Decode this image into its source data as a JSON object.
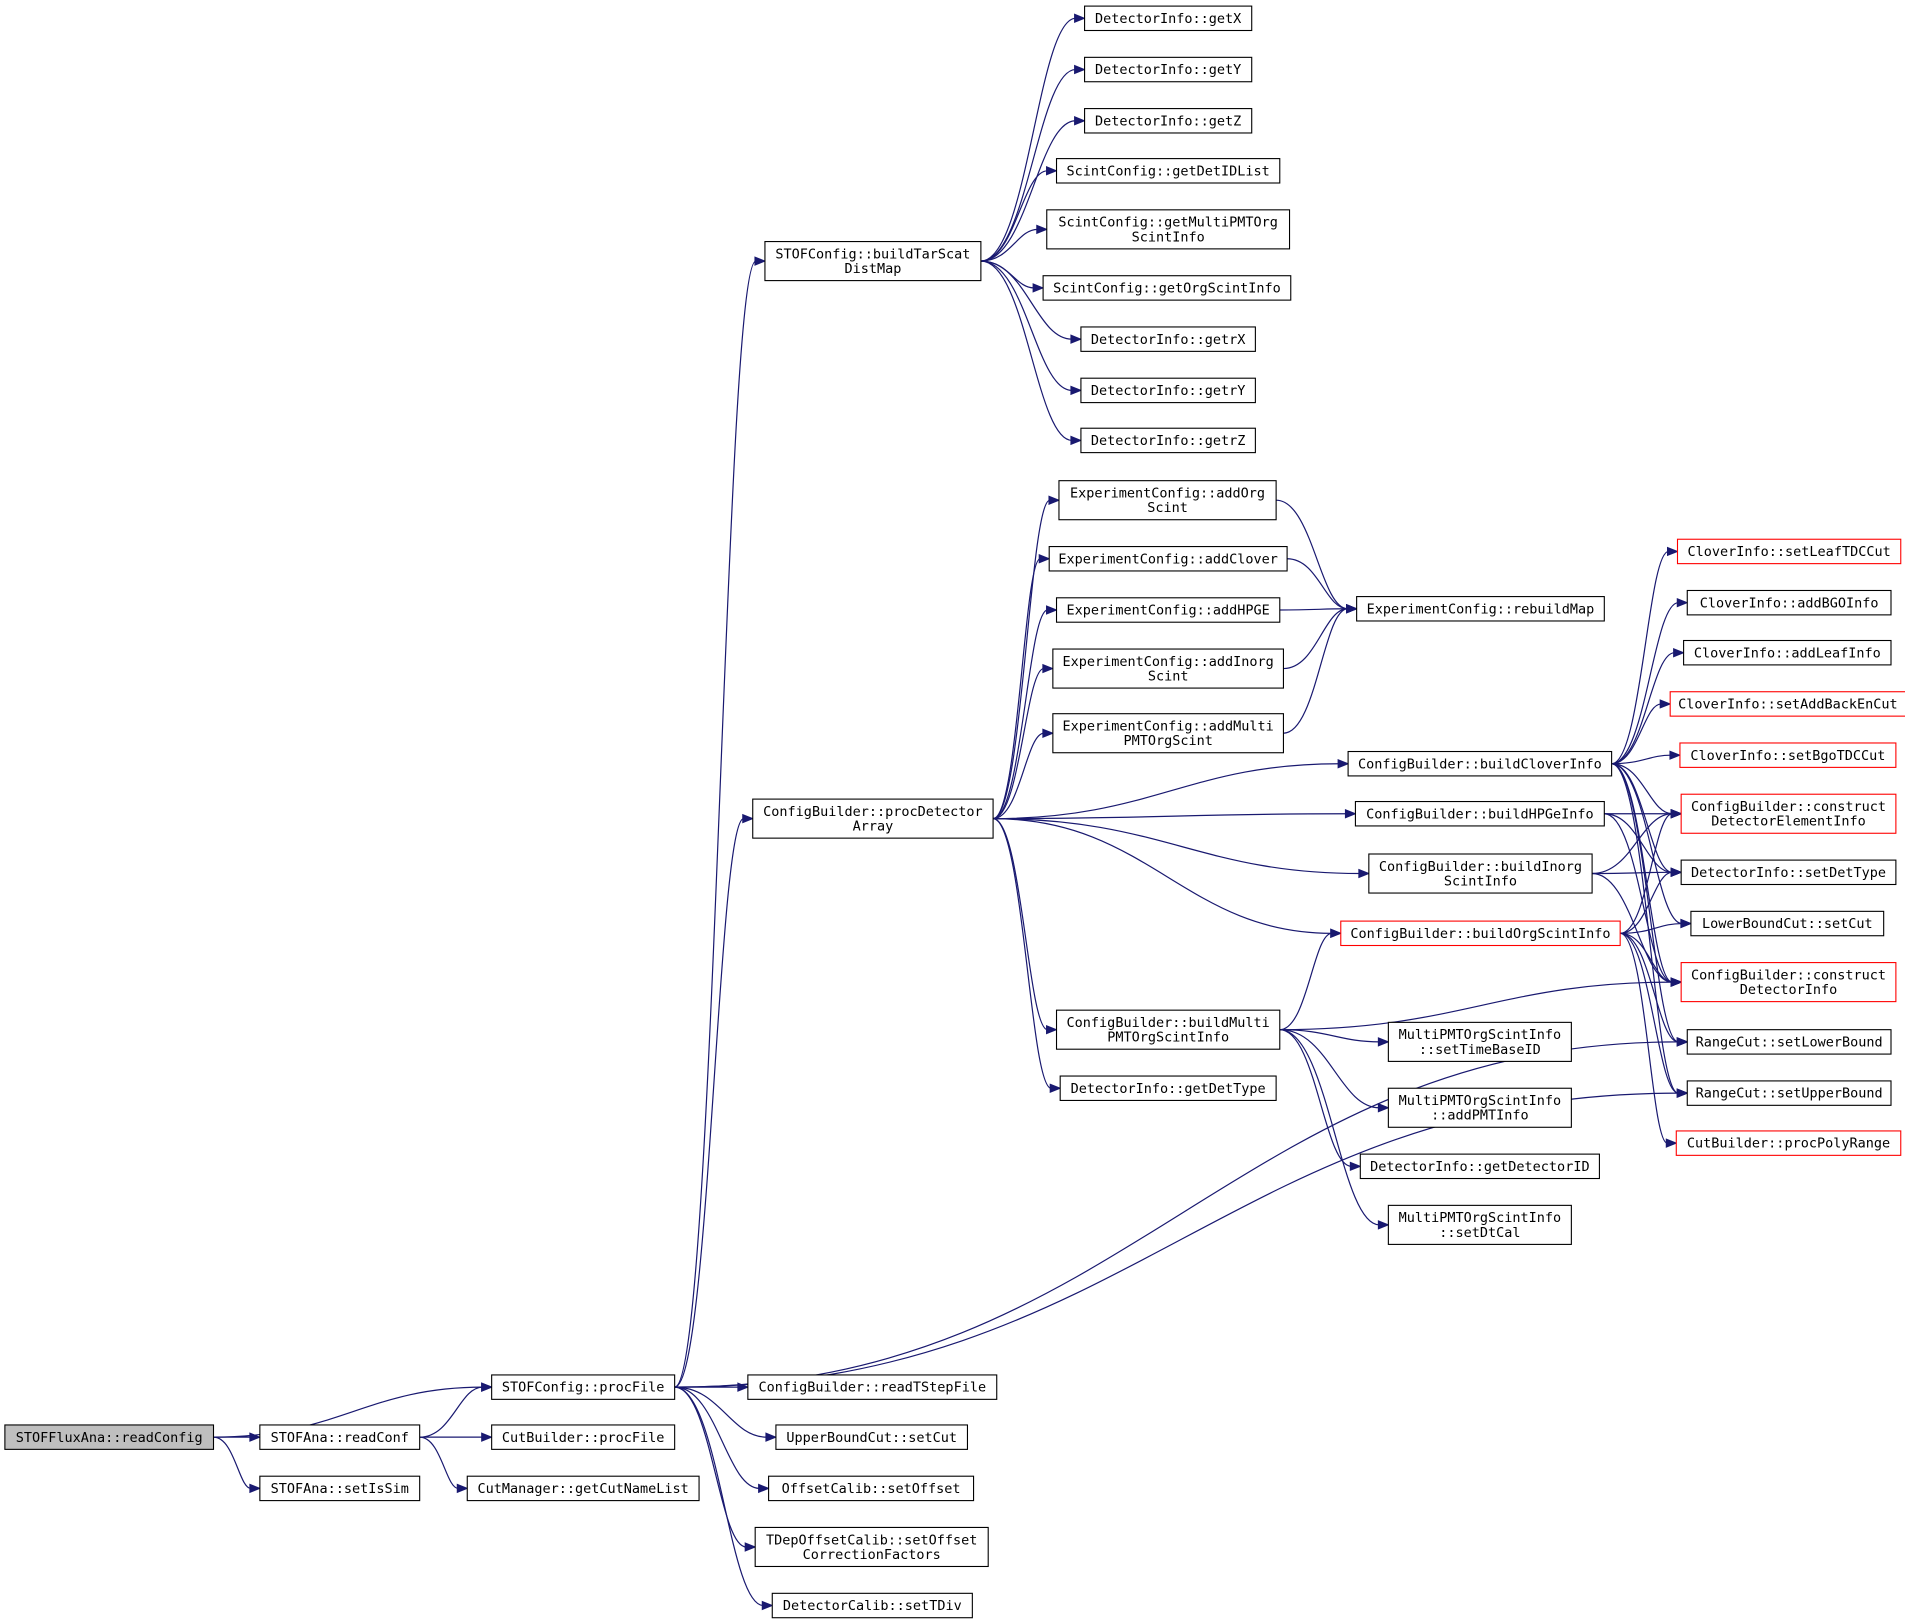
{
  "graph": {
    "edge_color": "#191970",
    "incomplete_border_color": "#ff0000",
    "root_fill": "#bfbfbf",
    "nodes": [
      {
        "id": "root",
        "lines": [
          "STOFFluxAna::readConfig"
        ],
        "root": true
      },
      {
        "id": "procfile",
        "lines": [
          "STOFConfig::procFile"
        ]
      },
      {
        "id": "readconf",
        "lines": [
          "STOFAna::readConf"
        ]
      },
      {
        "id": "setissim",
        "lines": [
          "STOFAna::setIsSim"
        ]
      },
      {
        "id": "cutbuilder_procfile",
        "lines": [
          "CutBuilder::procFile"
        ]
      },
      {
        "id": "getcutnamelist",
        "lines": [
          "CutManager::getCutNameList"
        ]
      },
      {
        "id": "buildtarscat",
        "lines": [
          "STOFConfig::buildTarScat",
          "DistMap"
        ]
      },
      {
        "id": "procdetector",
        "lines": [
          "ConfigBuilder::procDetector",
          "Array"
        ]
      },
      {
        "id": "readtstep",
        "lines": [
          "ConfigBuilder::readTStepFile"
        ]
      },
      {
        "id": "ub_setcut",
        "lines": [
          "UpperBoundCut::setCut"
        ]
      },
      {
        "id": "setoffset",
        "lines": [
          "OffsetCalib::setOffset"
        ]
      },
      {
        "id": "tdep",
        "lines": [
          "TDepOffsetCalib::setOffset",
          "CorrectionFactors"
        ]
      },
      {
        "id": "settdiv",
        "lines": [
          "DetectorCalib::setTDiv"
        ]
      },
      {
        "id": "getx",
        "lines": [
          "DetectorInfo::getX"
        ]
      },
      {
        "id": "gety",
        "lines": [
          "DetectorInfo::getY"
        ]
      },
      {
        "id": "getz",
        "lines": [
          "DetectorInfo::getZ"
        ]
      },
      {
        "id": "getdetidlist",
        "lines": [
          "ScintConfig::getDetIDList"
        ]
      },
      {
        "id": "getmultipmt",
        "lines": [
          "ScintConfig::getMultiPMTOrg",
          "ScintInfo"
        ]
      },
      {
        "id": "getorgscint",
        "lines": [
          "ScintConfig::getOrgScintInfo"
        ]
      },
      {
        "id": "getrx",
        "lines": [
          "DetectorInfo::getrX"
        ]
      },
      {
        "id": "getry",
        "lines": [
          "DetectorInfo::getrY"
        ]
      },
      {
        "id": "getrz",
        "lines": [
          "DetectorInfo::getrZ"
        ]
      },
      {
        "id": "addorgscint",
        "lines": [
          "ExperimentConfig::addOrg",
          "Scint"
        ]
      },
      {
        "id": "addclover",
        "lines": [
          "ExperimentConfig::addClover"
        ]
      },
      {
        "id": "addhpge",
        "lines": [
          "ExperimentConfig::addHPGE"
        ]
      },
      {
        "id": "addinorg",
        "lines": [
          "ExperimentConfig::addInorg",
          "Scint"
        ]
      },
      {
        "id": "addmulti",
        "lines": [
          "ExperimentConfig::addMulti",
          "PMTOrgScint"
        ]
      },
      {
        "id": "rebuildmap",
        "lines": [
          "ExperimentConfig::rebuildMap"
        ]
      },
      {
        "id": "buildmulti",
        "lines": [
          "ConfigBuilder::buildMulti",
          "PMTOrgScintInfo"
        ]
      },
      {
        "id": "getdettype",
        "lines": [
          "DetectorInfo::getDetType"
        ]
      },
      {
        "id": "buildclover",
        "lines": [
          "ConfigBuilder::buildCloverInfo"
        ]
      },
      {
        "id": "buildhpge",
        "lines": [
          "ConfigBuilder::buildHPGeInfo"
        ]
      },
      {
        "id": "buildinorg",
        "lines": [
          "ConfigBuilder::buildInorg",
          "ScintInfo"
        ]
      },
      {
        "id": "buildorg",
        "lines": [
          "ConfigBuilder::buildOrgScintInfo"
        ],
        "incomplete": true
      },
      {
        "id": "settimebase",
        "lines": [
          "MultiPMTOrgScintInfo",
          "::setTimeBaseID"
        ]
      },
      {
        "id": "addpmt",
        "lines": [
          "MultiPMTOrgScintInfo",
          "::addPMTInfo"
        ]
      },
      {
        "id": "getdetectorid",
        "lines": [
          "DetectorInfo::getDetectorID"
        ]
      },
      {
        "id": "setdtcal",
        "lines": [
          "MultiPMTOrgScintInfo",
          "::setDtCal"
        ]
      },
      {
        "id": "setleaftdc",
        "lines": [
          "CloverInfo::setLeafTDCCut"
        ],
        "incomplete": true
      },
      {
        "id": "addbgo",
        "lines": [
          "CloverInfo::addBGOInfo"
        ]
      },
      {
        "id": "addleaf",
        "lines": [
          "CloverInfo::addLeafInfo"
        ]
      },
      {
        "id": "setaddback",
        "lines": [
          "CloverInfo::setAddBackEnCut"
        ],
        "incomplete": true
      },
      {
        "id": "setbgotdc",
        "lines": [
          "CloverInfo::setBgoTDCCut"
        ],
        "incomplete": true
      },
      {
        "id": "constructelem",
        "lines": [
          "ConfigBuilder::construct",
          "DetectorElementInfo"
        ],
        "incomplete": true
      },
      {
        "id": "setdettype",
        "lines": [
          "DetectorInfo::setDetType"
        ]
      },
      {
        "id": "lb_setcut",
        "lines": [
          "LowerBoundCut::setCut"
        ]
      },
      {
        "id": "constructdet",
        "lines": [
          "ConfigBuilder::construct",
          "DetectorInfo"
        ],
        "incomplete": true
      },
      {
        "id": "setlower",
        "lines": [
          "RangeCut::setLowerBound"
        ]
      },
      {
        "id": "setupper",
        "lines": [
          "RangeCut::setUpperBound"
        ]
      },
      {
        "id": "procpoly",
        "lines": [
          "CutBuilder::procPolyRange"
        ],
        "incomplete": true
      }
    ],
    "edges": [
      [
        "root",
        "procfile"
      ],
      [
        "root",
        "readconf"
      ],
      [
        "root",
        "setissim"
      ],
      [
        "readconf",
        "procfile"
      ],
      [
        "readconf",
        "cutbuilder_procfile"
      ],
      [
        "readconf",
        "getcutnamelist"
      ],
      [
        "procfile",
        "buildtarscat"
      ],
      [
        "procfile",
        "procdetector"
      ],
      [
        "procfile",
        "readtstep"
      ],
      [
        "procfile",
        "ub_setcut"
      ],
      [
        "procfile",
        "setoffset"
      ],
      [
        "procfile",
        "tdep"
      ],
      [
        "procfile",
        "settdiv"
      ],
      [
        "procfile",
        "setlower"
      ],
      [
        "procfile",
        "setupper"
      ],
      [
        "buildtarscat",
        "getx"
      ],
      [
        "buildtarscat",
        "gety"
      ],
      [
        "buildtarscat",
        "getz"
      ],
      [
        "buildtarscat",
        "getdetidlist"
      ],
      [
        "buildtarscat",
        "getmultipmt"
      ],
      [
        "buildtarscat",
        "getorgscint"
      ],
      [
        "buildtarscat",
        "getrx"
      ],
      [
        "buildtarscat",
        "getry"
      ],
      [
        "buildtarscat",
        "getrz"
      ],
      [
        "procdetector",
        "addorgscint"
      ],
      [
        "procdetector",
        "addclover"
      ],
      [
        "procdetector",
        "addhpge"
      ],
      [
        "procdetector",
        "addinorg"
      ],
      [
        "procdetector",
        "addmulti"
      ],
      [
        "procdetector",
        "buildclover"
      ],
      [
        "procdetector",
        "buildhpge"
      ],
      [
        "procdetector",
        "buildinorg"
      ],
      [
        "procdetector",
        "buildorg"
      ],
      [
        "procdetector",
        "buildmulti"
      ],
      [
        "procdetector",
        "getdettype"
      ],
      [
        "addorgscint",
        "rebuildmap"
      ],
      [
        "addclover",
        "rebuildmap"
      ],
      [
        "addhpge",
        "rebuildmap"
      ],
      [
        "addinorg",
        "rebuildmap"
      ],
      [
        "addmulti",
        "rebuildmap"
      ],
      [
        "buildmulti",
        "buildorg"
      ],
      [
        "buildmulti",
        "constructdet"
      ],
      [
        "buildmulti",
        "settimebase"
      ],
      [
        "buildmulti",
        "addpmt"
      ],
      [
        "buildmulti",
        "getdetectorid"
      ],
      [
        "buildmulti",
        "setdtcal"
      ],
      [
        "buildclover",
        "setleaftdc"
      ],
      [
        "buildclover",
        "addbgo"
      ],
      [
        "buildclover",
        "addleaf"
      ],
      [
        "buildclover",
        "setaddback"
      ],
      [
        "buildclover",
        "setbgotdc"
      ],
      [
        "buildclover",
        "constructelem"
      ],
      [
        "buildclover",
        "setdettype"
      ],
      [
        "buildclover",
        "lb_setcut"
      ],
      [
        "buildclover",
        "constructdet"
      ],
      [
        "buildclover",
        "setlower"
      ],
      [
        "buildclover",
        "setupper"
      ],
      [
        "buildhpge",
        "constructelem"
      ],
      [
        "buildhpge",
        "setdettype"
      ],
      [
        "buildhpge",
        "constructdet"
      ],
      [
        "buildinorg",
        "constructelem"
      ],
      [
        "buildinorg",
        "setdettype"
      ],
      [
        "buildinorg",
        "constructdet"
      ],
      [
        "buildorg",
        "constructelem"
      ],
      [
        "buildorg",
        "setdettype"
      ],
      [
        "buildorg",
        "lb_setcut"
      ],
      [
        "buildorg",
        "constructdet"
      ],
      [
        "buildorg",
        "setlower"
      ],
      [
        "buildorg",
        "setupper"
      ],
      [
        "buildorg",
        "procpoly"
      ]
    ]
  }
}
